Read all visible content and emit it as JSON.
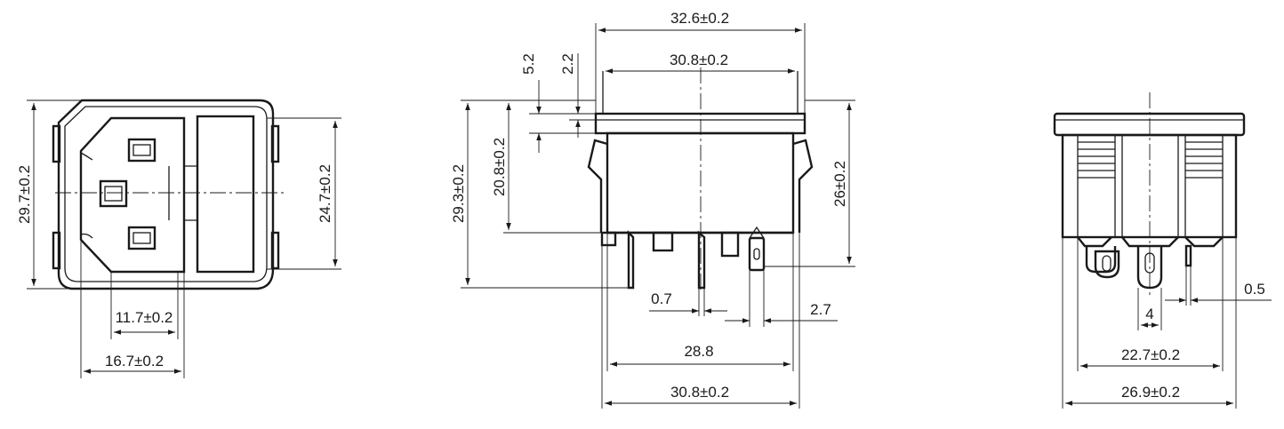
{
  "front_view": {
    "height_overall": "29.7±0.2",
    "height_inner": "24.7±0.2",
    "width_inlet": "11.7±0.2",
    "width_overall": "16.7±0.2"
  },
  "side_view": {
    "width_top": "32.6±0.2",
    "width_flange": "30.8±0.2",
    "dim_5_2": "5.2",
    "dim_2_2": "2.2",
    "height_overall": "29.3±0.2",
    "height_body": "20.8±0.2",
    "height_right": "26±0.2",
    "terminal_thickness": "0.7",
    "terminal_width": "2.7",
    "width_body": "28.8",
    "width_bottom": "30.8±0.2"
  },
  "rear_view": {
    "terminal_thickness": "0.5",
    "pin_pitch": "4",
    "width_inner": "22.7±0.2",
    "width_overall": "26.9±0.2"
  }
}
